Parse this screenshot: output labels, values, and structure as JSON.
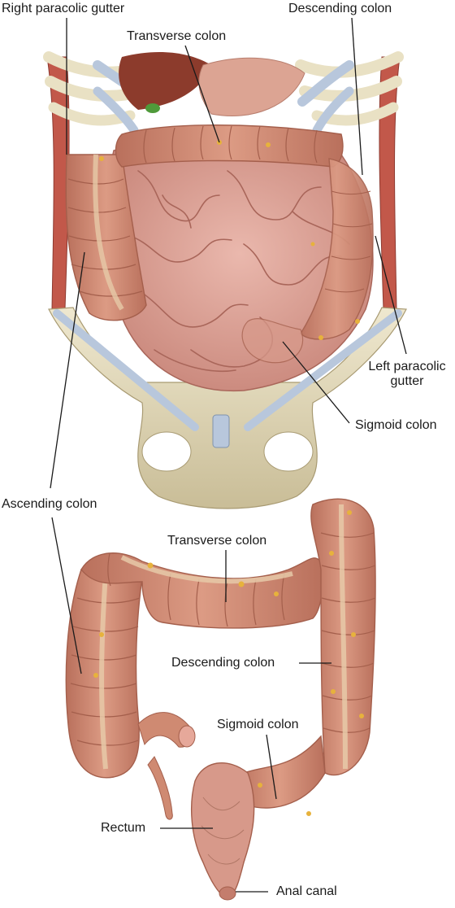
{
  "labels": {
    "right_paracolic_gutter": "Right paracolic gutter",
    "descending_colon_top": "Descending colon",
    "transverse_colon_top": "Transverse colon",
    "left_paracolic_gutter_line1": "Left paracolic",
    "left_paracolic_gutter_line2": "gutter",
    "sigmoid_colon_top": "Sigmoid colon",
    "ascending_colon": "Ascending colon",
    "transverse_colon_bottom": "Transverse colon",
    "descending_colon_bottom": "Descending colon",
    "sigmoid_colon_bottom": "Sigmoid colon",
    "rectum": "Rectum",
    "anal_canal": "Anal canal"
  },
  "colors": {
    "intestine": "#d9968a",
    "intestine_dark": "#b76a5f",
    "intestine_light": "#eab8ad",
    "colon": "#cf8a72",
    "colon_dark": "#a45f4c",
    "bone": "#e9e1c4",
    "bone_dark": "#b9ad86",
    "cartilage": "#b8c7dc",
    "muscle": "#c2584a",
    "fat": "#e7b23c",
    "leader": "#1a1a1a"
  }
}
